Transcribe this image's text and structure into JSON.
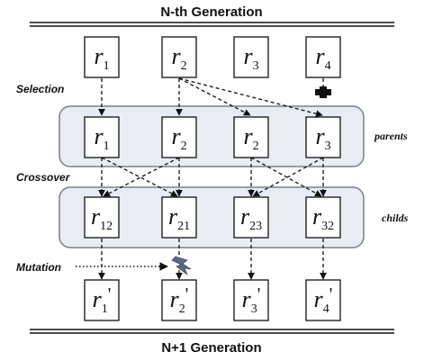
{
  "title_top": "N-th Generation",
  "title_bottom": "N+1 Generation",
  "steps": {
    "selection": "Selection",
    "crossover": "Crossover",
    "mutation": "Mutation"
  },
  "groups": {
    "parents": "parents",
    "childs": "childs"
  },
  "rows": {
    "generation": [
      {
        "base": "r",
        "sub": "1",
        "prime": ""
      },
      {
        "base": "r",
        "sub": "2",
        "prime": ""
      },
      {
        "base": "r",
        "sub": "3",
        "prime": ""
      },
      {
        "base": "r",
        "sub": "4",
        "prime": ""
      }
    ],
    "parents": [
      {
        "base": "r",
        "sub": "1",
        "prime": ""
      },
      {
        "base": "r",
        "sub": "2",
        "prime": ""
      },
      {
        "base": "r",
        "sub": "2",
        "prime": ""
      },
      {
        "base": "r",
        "sub": "3",
        "prime": ""
      }
    ],
    "childs": [
      {
        "base": "r",
        "sub": "12",
        "prime": ""
      },
      {
        "base": "r",
        "sub": "21",
        "prime": ""
      },
      {
        "base": "r",
        "sub": "23",
        "prime": ""
      },
      {
        "base": "r",
        "sub": "32",
        "prime": ""
      }
    ],
    "next": [
      {
        "base": "r",
        "sub": "1",
        "prime": "'"
      },
      {
        "base": "r",
        "sub": "2",
        "prime": "'"
      },
      {
        "base": "r",
        "sub": "3",
        "prime": "'"
      },
      {
        "base": "r",
        "sub": "4",
        "prime": "'"
      }
    ]
  },
  "icons": {
    "discard": "discard-block-icon",
    "mutation": "lightning-bolt-icon"
  },
  "colors": {
    "panel_fill": "#e9edf3",
    "panel_stroke": "#7a7f88",
    "line": "#111111",
    "bolt": "#5a6a86"
  }
}
